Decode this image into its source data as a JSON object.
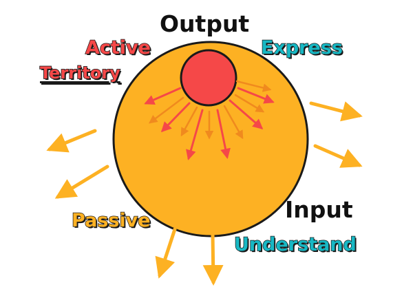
{
  "labels": {
    "output": "Output",
    "active": "Active",
    "territory": "Territory",
    "express": "Express",
    "input": "Input",
    "passive": "Passive",
    "understand": "Understand"
  },
  "colors": {
    "sphere_fill": "#FDB123",
    "core_fill": "#F54848",
    "outline": "#1a1a1a",
    "red_text": "#F54848",
    "teal_text": "#17B8C4",
    "orange_text": "#FDB123",
    "outer_arrow": "#FDB123",
    "inner_arrow_red": "#F54848",
    "inner_arrow_orange": "#F08A1E"
  }
}
